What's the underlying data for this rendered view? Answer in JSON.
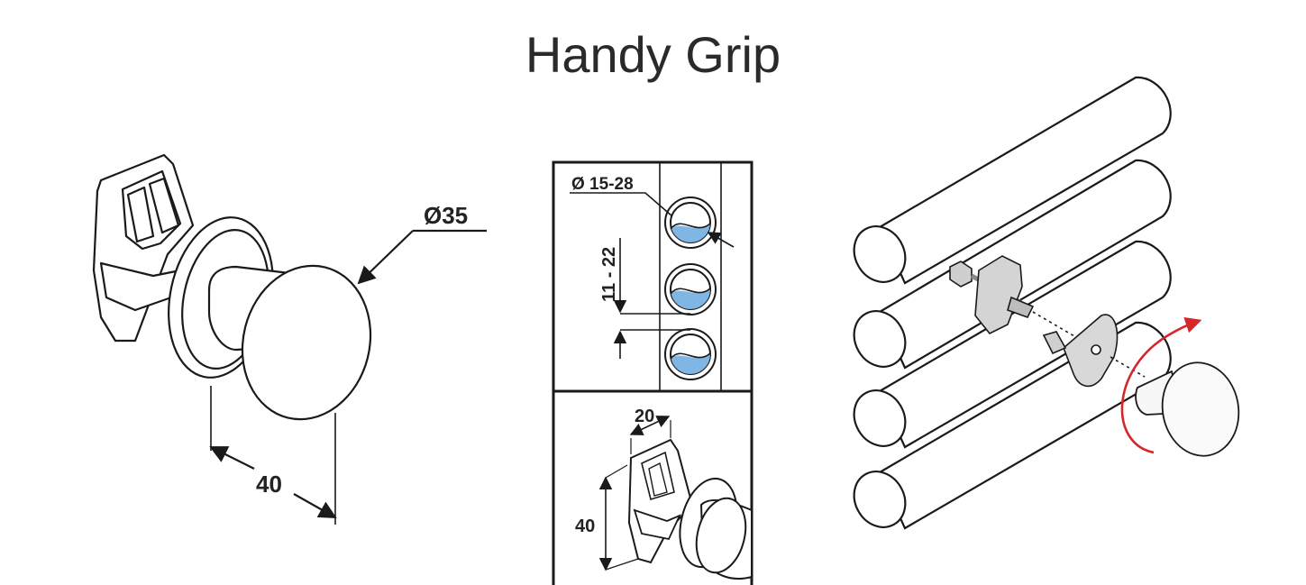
{
  "title": "Handy Grip",
  "labels": {
    "knob_diameter": "Ø35",
    "knob_depth": "40",
    "tube_diameter_range": "Ø 15-28",
    "tube_spacing_range": "11 - 22",
    "clip_width": "20",
    "clip_height": "40"
  },
  "colors": {
    "line": "#1a1a1a",
    "water": "#7fb6e3",
    "arrow_red": "#d6262b",
    "part_grey": "#cfcfcf"
  }
}
